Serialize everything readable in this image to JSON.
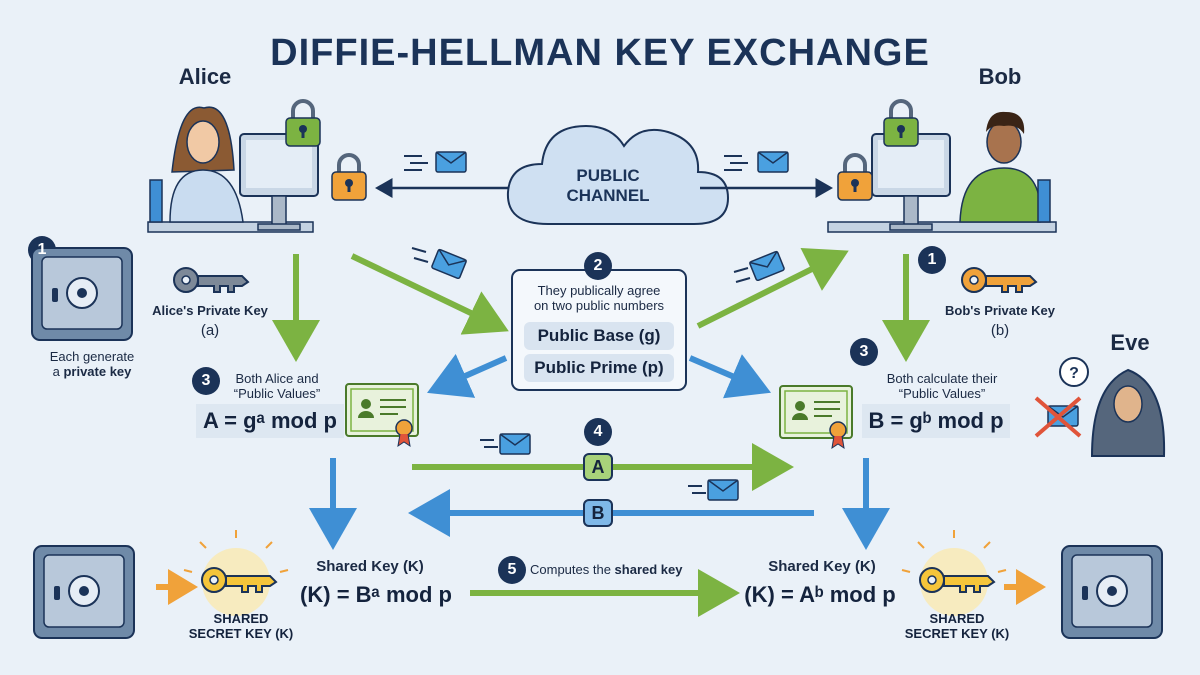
{
  "title": "DIFFIE-HELLMAN KEY EXCHANGE",
  "actors": {
    "alice": "Alice",
    "bob": "Bob",
    "eve": "Eve"
  },
  "public_channel": {
    "line1": "PUBLIC",
    "line2": "CHANNEL"
  },
  "steps": {
    "one": "1",
    "two": "2",
    "three": "3",
    "four": "4",
    "five": "5"
  },
  "step1": {
    "alice_key_title": "Alice's Private Key",
    "alice_key_var": "(a)",
    "bob_key_title": "Bob's Private Key",
    "bob_key_var": "(b)",
    "each_generate_line1": "Each generate",
    "each_generate_prefix": "a ",
    "each_generate_bold": "private key"
  },
  "step2": {
    "line1": "They publically agree",
    "line2": "on two public numbers",
    "base": "Public Base (g)",
    "prime": "Public Prime (p)"
  },
  "step3": {
    "left_line1": "Both Alice and",
    "left_line2": "“Public Values”",
    "left_formula": "A = gᵃ mod p",
    "right_line1": "Both calculate their",
    "right_line2": "“Public Values”",
    "right_formula": "B = gᵇ mod p"
  },
  "step4": {
    "a_label": "A",
    "b_label": "B"
  },
  "step5": {
    "computes_prefix": "Computes the ",
    "computes_bold": "shared key",
    "left_title": "Shared Key (K)",
    "left_formula": "(K) = Bᵃ mod p",
    "right_title": "Shared Key (K)",
    "right_formula": "(K) = Aᵇ mod p",
    "shared_line1": "SHARED",
    "shared_line2": "SECRET KEY (K)"
  },
  "colors": {
    "green": "#7cb342",
    "blue": "#3f8fd4",
    "navy": "#1b3358",
    "orange": "#f0a23a",
    "gold": "#f5c53a",
    "safe": "#6f8aa8"
  },
  "icons": [
    "monitor-icon",
    "padlock-icon",
    "envelope-icon",
    "cloud-icon",
    "safe-icon",
    "key-icon",
    "certificate-icon",
    "hooded-figure-icon",
    "question-bubble-icon",
    "crossed-envelope-icon"
  ]
}
